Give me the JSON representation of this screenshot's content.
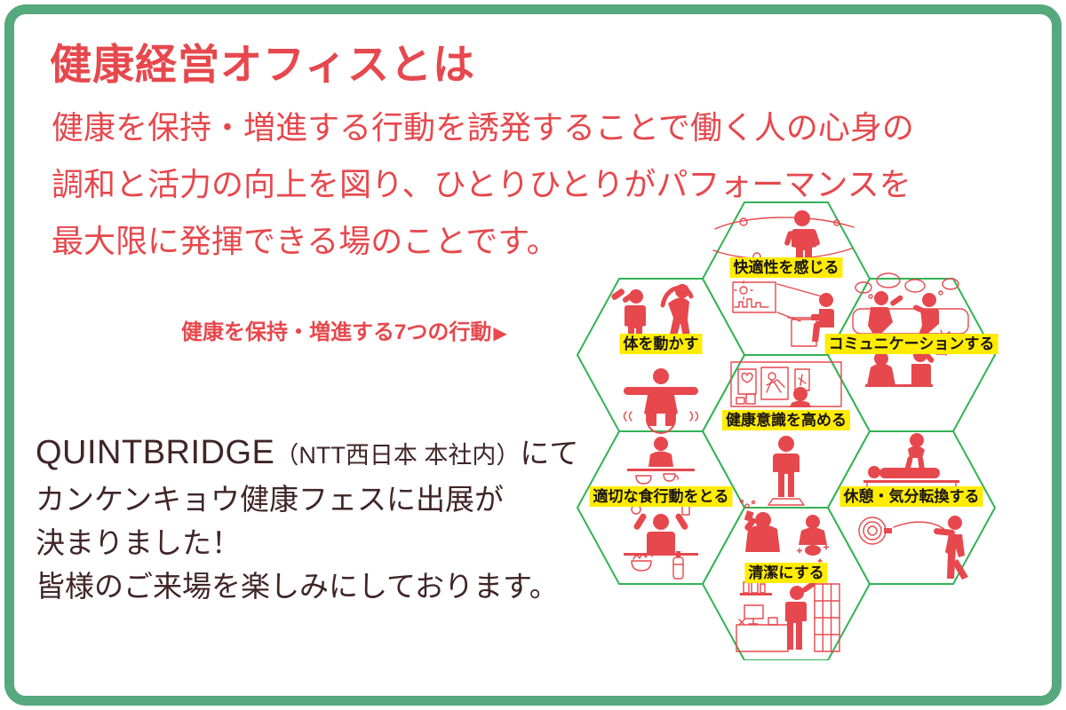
{
  "header": {
    "title": "健康経営オフィスとは"
  },
  "intro": {
    "lines": [
      "健康を保持・増進する行動を誘発することで働く人の心身の",
      "調和と活力の向上を図り、ひとりひとりがパフォーマンスを",
      "最大限に発揮できる場のことです。"
    ]
  },
  "caption": {
    "text": "健康を保持・増進する7つの行動",
    "arrow": "▶"
  },
  "announcement": {
    "venue": "QUINTBRIDGE",
    "venue_note": "（NTT西日本 本社内）",
    "venue_suffix": "にて",
    "line2": "カンケンキョウ健康フェスに出展が",
    "line3": "決まりました！",
    "line4": "皆様のご来場を楽しみにしております。"
  },
  "hexagons": [
    {
      "id": "comfort",
      "label": "快適性を感じる",
      "icons": [
        "airflow-person-icon",
        "window-desk-worker-icon"
      ]
    },
    {
      "id": "move-body",
      "label": "体を動かす",
      "icons": [
        "stretching-people-icon",
        "balance-ball-squat-icon"
      ]
    },
    {
      "id": "communicate",
      "label": "コミュニケーションする",
      "icons": [
        "sofa-chat-icon",
        "plant-gift-icon"
      ]
    },
    {
      "id": "health-awareness",
      "label": "健康意識を高める",
      "icons": [
        "bulletin-board-icon",
        "weighing-scale-icon"
      ]
    },
    {
      "id": "eat-right",
      "label": "適切な食行動をとる",
      "icons": [
        "mindful-meal-icon",
        "healthy-snack-icon"
      ]
    },
    {
      "id": "rest-refresh",
      "label": "休憩・気分転換する",
      "icons": [
        "massage-icon",
        "darts-icon"
      ]
    },
    {
      "id": "keep-clean",
      "label": "清潔にする",
      "icons": [
        "gargle-handwash-icon",
        "tidy-office-icon"
      ]
    }
  ],
  "colors": {
    "accent_red": "#e6484d",
    "frame_green": "#55a97d",
    "hex_outline_green": "#33b254",
    "label_yellow": "#ffec00",
    "label_text": "#191414",
    "announcement_text": "#402527",
    "background": "#ffffff"
  }
}
